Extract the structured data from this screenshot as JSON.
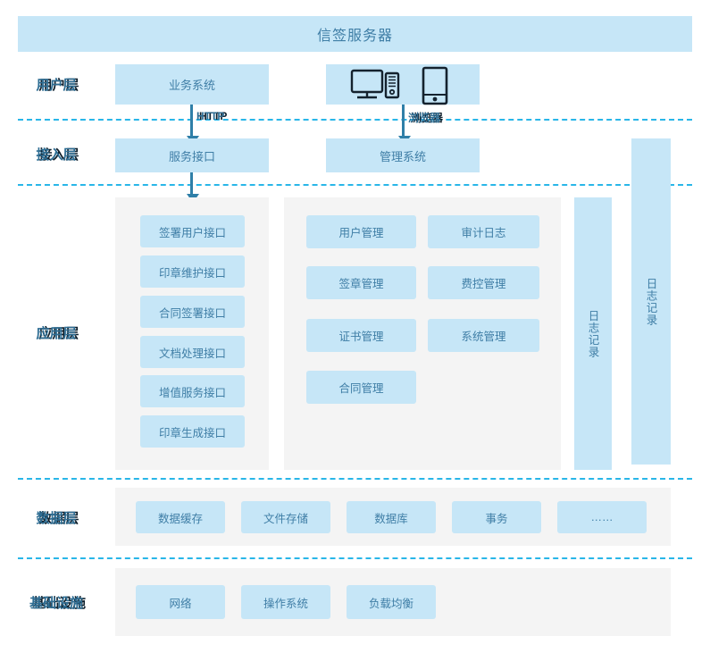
{
  "header": {
    "title": "信签服务器"
  },
  "layers": [
    {
      "key": "user",
      "label": "用户层"
    },
    {
      "key": "access",
      "label": "接入层"
    },
    {
      "key": "app",
      "label": "应用层"
    },
    {
      "key": "data",
      "label": "数据层"
    },
    {
      "key": "infra",
      "label": "基础设施"
    }
  ],
  "user_layer": {
    "business_system": "业务系统",
    "devices_icons": [
      "desktop-computer-icon",
      "mobile-phone-icon"
    ]
  },
  "connectors": [
    {
      "name": "http-arrow",
      "label": "HTTP"
    },
    {
      "name": "browser-arrow",
      "label": "浏览器"
    },
    {
      "name": "service-to-app-arrow",
      "label": ""
    }
  ],
  "access_layer": {
    "service_interface": "服务接口",
    "management_system": "管理系统"
  },
  "app_layer": {
    "interfaces": [
      "签署用户接口",
      "印章维护接口",
      "合同签署接口",
      "文档处理接口",
      "增值服务接口",
      "印章生成接口"
    ],
    "modules": [
      "用户管理",
      "审计日志",
      "签章管理",
      "费控管理",
      "证书管理",
      "系统管理",
      "合同管理"
    ]
  },
  "log_columns": [
    {
      "name": "log-column-inner",
      "label": "日志记录"
    },
    {
      "name": "log-column-outer",
      "label": "日志记录"
    }
  ],
  "data_layer": {
    "items": [
      "数据缓存",
      "文件存储",
      "数据库",
      "事务",
      "……"
    ]
  },
  "infra_layer": {
    "items": [
      "网络",
      "操作系统",
      "负载均衡"
    ]
  },
  "colors": {
    "box_fill": "#c6e6f7",
    "box_text": "#3f7ea6",
    "panel_fill": "#f4f4f4",
    "divider": "#29b6e8",
    "arrow": "#2f7fa8",
    "label_text": "#2e6d93"
  }
}
